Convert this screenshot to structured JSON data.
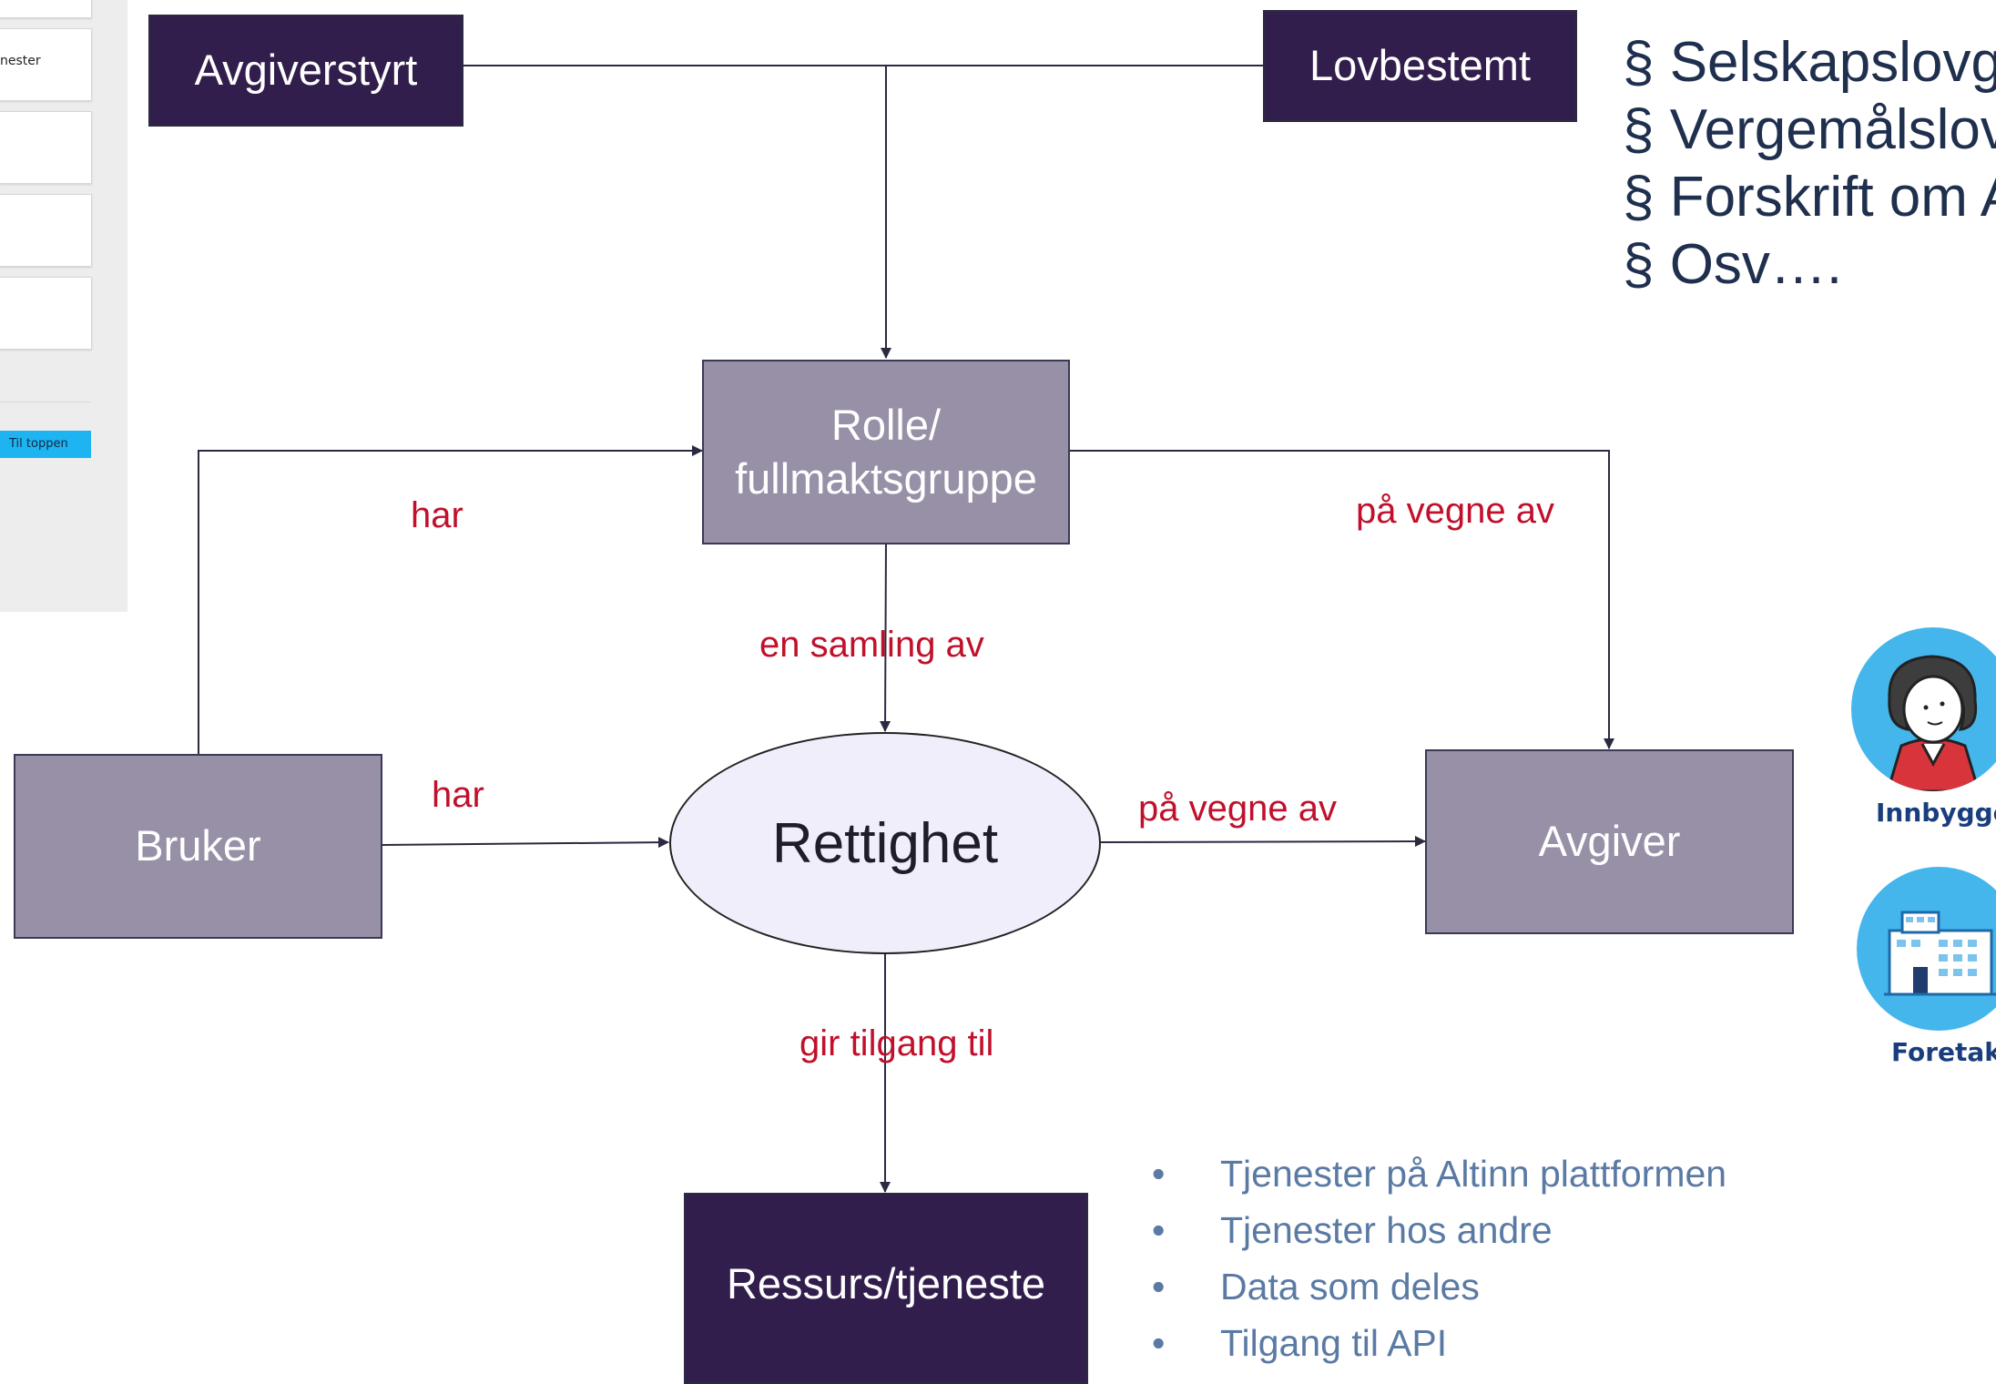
{
  "sidebar": {
    "card_text": "nester",
    "button_label": "Til toppen"
  },
  "boxes": {
    "avgiverstyrt": "Avgiverstyrt",
    "lovbestemt": "Lovbestemt",
    "rolle": "Rolle/ fullmaktsgruppe",
    "rettighet": "Rettighet",
    "bruker": "Bruker",
    "avgiver": "Avgiver",
    "ressurs": "Ressurs/tjeneste"
  },
  "edge_labels": {
    "bruker_rolle": "har",
    "bruker_rettighet": "har",
    "rolle_rettighet": "en samling av",
    "rolle_avgiver": "på vegne av",
    "rettighet_avgiver": "på vegne av",
    "rettighet_ressurs": "gir tilgang til"
  },
  "laws": [
    "§ Selskapslovg",
    "§ Vergemålslov",
    "§ Forskrift om A",
    "§ Osv…."
  ],
  "resources": [
    "Tjenester på Altinn plattformen",
    "Tjenester hos andre",
    "Data som deles",
    "Tilgang til API"
  ],
  "avatars": {
    "person_label": "Innbygge",
    "company_label": "Foretak",
    "person_icon": "citizen-avatar-icon",
    "company_icon": "company-building-icon"
  },
  "colors": {
    "dark_box": "#321e4c",
    "grey_box": "#9890a6",
    "edge_label": "#c0102c",
    "bullet_text": "#5a7aa4",
    "law_text": "#1f2f4e",
    "sidebar_button": "#1eb4f2"
  }
}
